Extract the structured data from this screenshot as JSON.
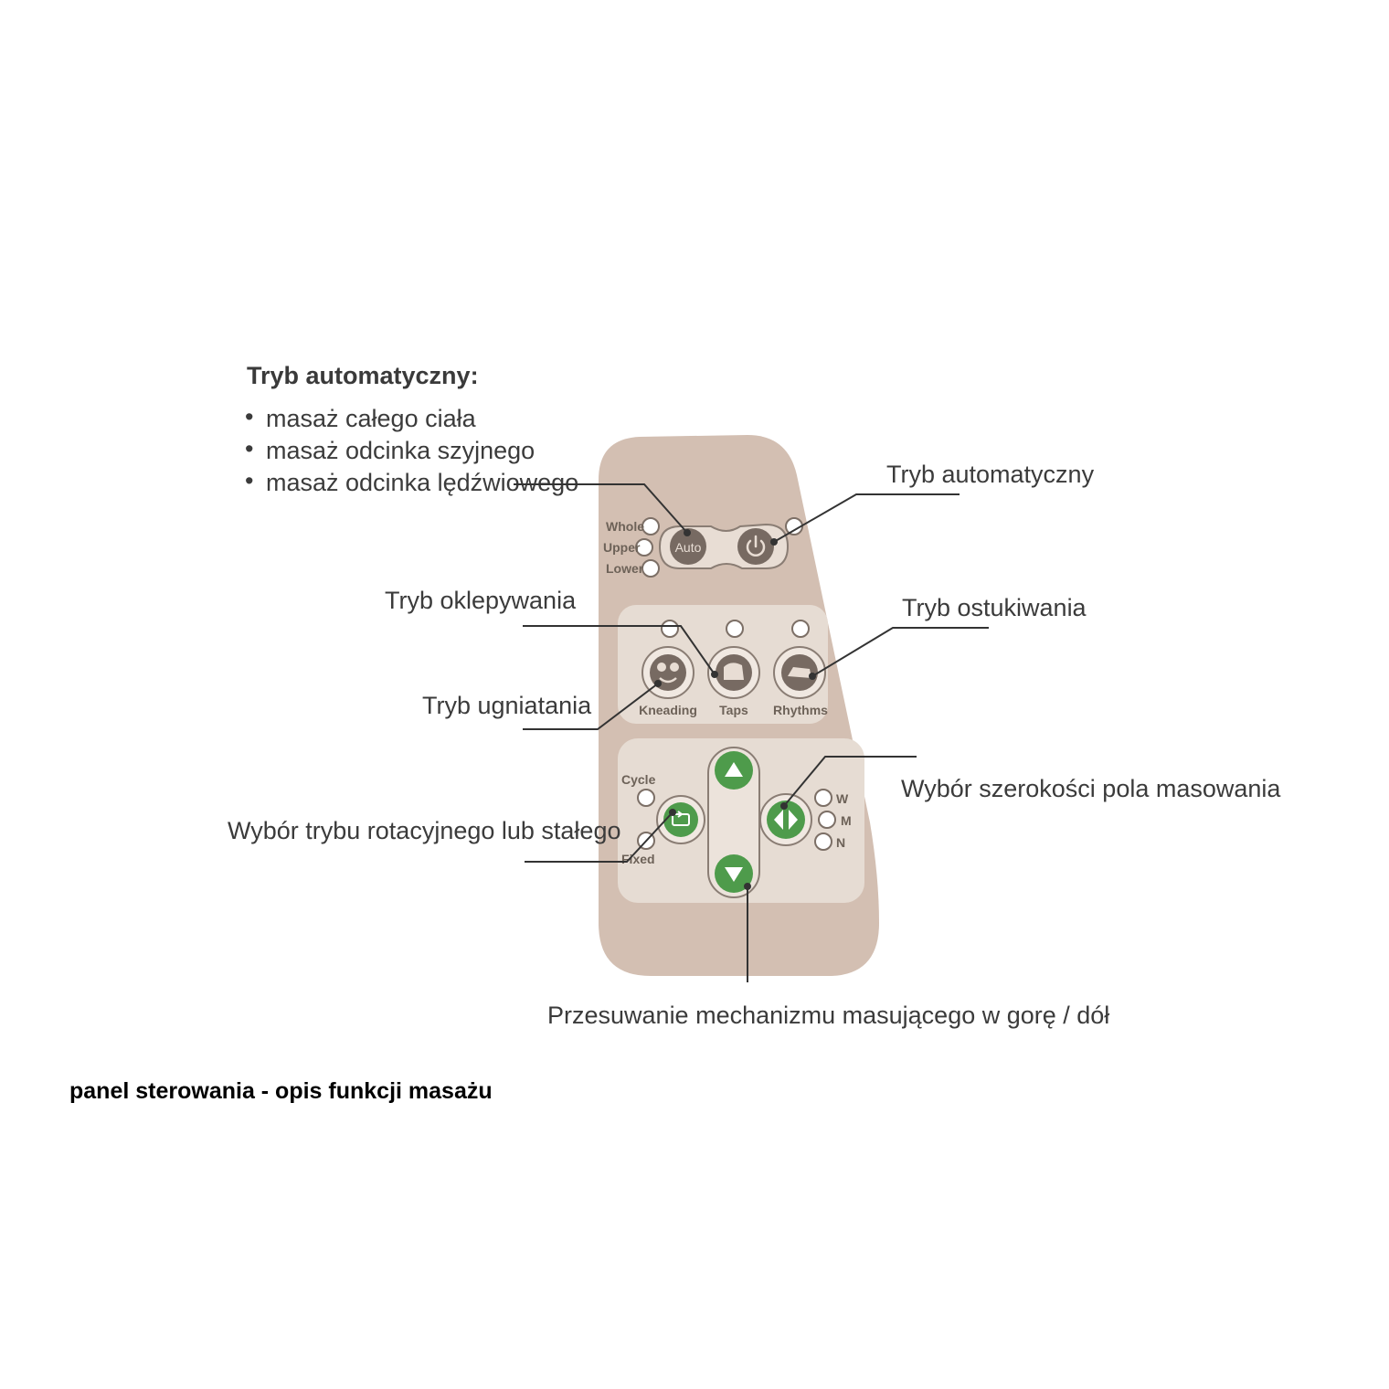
{
  "auto_mode_block": {
    "heading": "Tryb automatyczny:",
    "bullet_char": "•",
    "items": [
      "masaż całego ciała",
      "masaż odcinka szyjnego",
      "masaż odcinka lędźwiowego"
    ]
  },
  "panel": {
    "auto_options": [
      "Whole",
      "Upper",
      "Lower"
    ],
    "auto_label": "Auto",
    "modes": [
      "Kneading",
      "Taps",
      "Rhythms"
    ],
    "cycle_label": "Cycle",
    "fixed_label": "Fixed",
    "width_options": [
      "W",
      "M",
      "N"
    ],
    "colors": {
      "body": "#d3bfb2",
      "section": "#e6dcd3",
      "dark_button": "#776a62",
      "green_button": "#4e9b4b",
      "led": "#ffffff"
    }
  },
  "callouts": {
    "auto_mode": "Tryb automatyczny",
    "patting_mode": "Tryb oklepywania",
    "tapping_mode": "Tryb ostukiwania",
    "kneading_mode": "Tryb ugniatania",
    "rotation_select": "Wybór trybu rotacyjnego lub stałego",
    "width_select": "Wybór szerokości pola masowania",
    "move_mechanism": "Przesuwanie mechanizmu masującego w gorę / dół"
  },
  "caption": "panel sterowania - opis funkcji masażu"
}
